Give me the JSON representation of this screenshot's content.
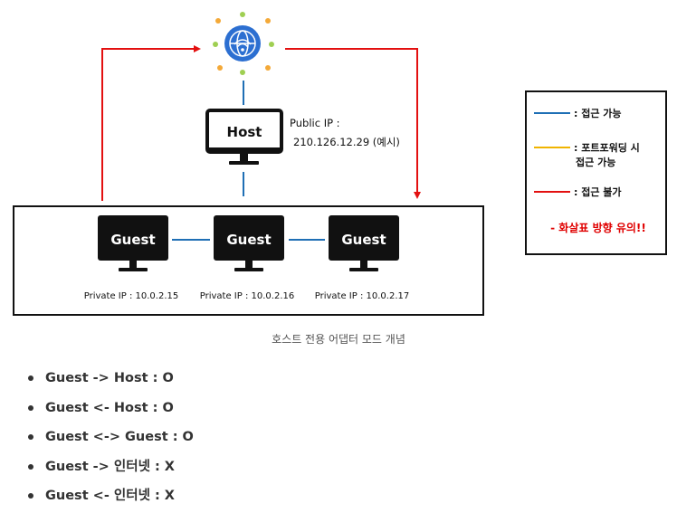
{
  "diagram": {
    "host_label": "Host",
    "guest_labels": [
      "Guest",
      "Guest",
      "Guest"
    ],
    "public_ip_label": "Public IP :",
    "public_ip_value": "210.126.12.29 (예시)",
    "private_ips": [
      "Private IP : 10.0.2.15",
      "Private IP : 10.0.2.16",
      "Private IP : 10.0.2.17"
    ],
    "colors": {
      "accessible": "#1f6fb5",
      "port_forward": "#f0b400",
      "blocked": "#e31010"
    }
  },
  "legend": {
    "items": [
      {
        "line1": ": 접근 가능",
        "line2": ""
      },
      {
        "line1": ": 포트포워딩 시",
        "line2": "접근 가능"
      },
      {
        "line1": ": 접근 불가",
        "line2": ""
      }
    ],
    "note": "- 화살표 방향 유의!!"
  },
  "caption": "호스트 전용 어댑터 모드 개념",
  "bullets": [
    "Guest -> Host : O",
    "Guest <- Host : O",
    "Guest <-> Guest : O",
    "Guest -> 인터넷 : X",
    "Guest <- 인터넷 : X"
  ]
}
